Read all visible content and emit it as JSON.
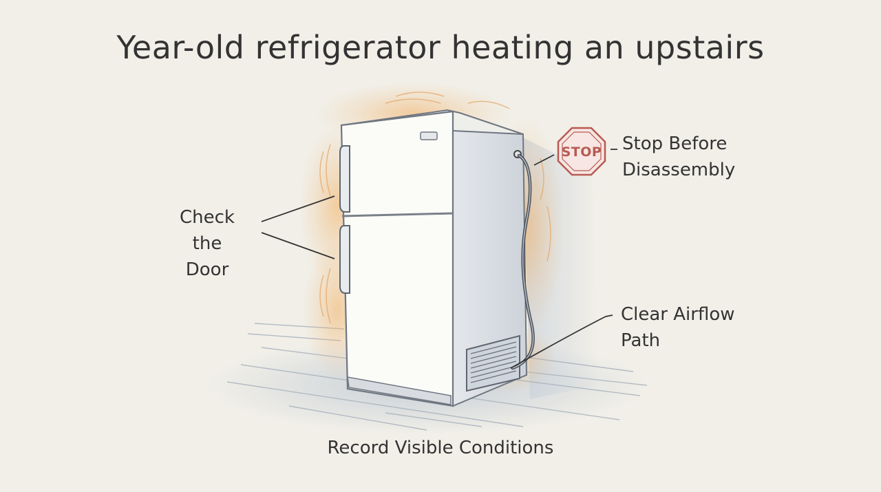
{
  "title": "Year-old refrigerator heating an upstairs",
  "labels": {
    "check_door": [
      "Check the",
      "Door"
    ],
    "stop": [
      "Stop Before",
      "Disassembly"
    ],
    "airflow": [
      "Clear Airflow",
      "Path"
    ],
    "record": "Record Visible Conditions"
  },
  "stop_sign": {
    "text": "STOP",
    "color": "#b85a52"
  },
  "colors": {
    "background": "#f1efe8",
    "fridge_body": "#fbfbf8",
    "fridge_side": "#d9dee4",
    "heat_glow": "#f2b063",
    "floor": "#c7cfd8"
  }
}
